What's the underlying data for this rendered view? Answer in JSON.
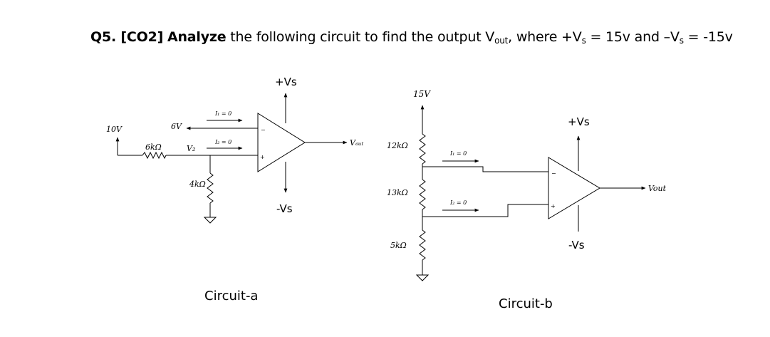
{
  "question": {
    "number": "Q5. [CO2]",
    "verb": "Analyze",
    "text_1": "the following circuit to find the output V",
    "text_1_sub": "out",
    "text_2": ", where +V",
    "text_2_sub": "s",
    "text_3": " = 15v and –V",
    "text_3_sub": "s",
    "text_4": " = -15v"
  },
  "circuit_a": {
    "caption": "Circuit-a",
    "supply_pos": "+Vs",
    "supply_neg": "-Vs",
    "source_voltage": "10V",
    "node_minus": "6V",
    "node_plus": "V₂",
    "r_series": "6kΩ",
    "r_ground": "4kΩ",
    "current_1": "I₁ = 0",
    "current_2": "I₂ = 0",
    "output": "Vₒᵤₜ",
    "pin_minus": "−",
    "pin_plus": "+"
  },
  "circuit_b": {
    "caption": "Circuit-b",
    "supply_pos": "+Vs",
    "supply_neg": "-Vs",
    "top_voltage": "15V",
    "r_top": "12kΩ",
    "r_mid": "13kΩ",
    "r_bottom": "5kΩ",
    "current_1": "I₁ = 0",
    "current_2": "I₂ = 0",
    "output": "Vout",
    "pin_minus": "−",
    "pin_plus": "+"
  }
}
